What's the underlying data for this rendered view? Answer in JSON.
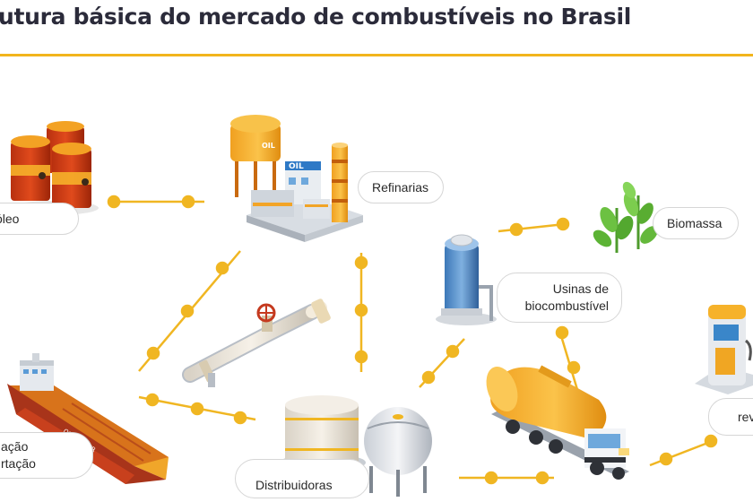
{
  "title": "utura básica do mercado de combustíveis no Brasil",
  "colors": {
    "accent": "#f2b51d",
    "title": "#2b2b3a",
    "connector": "#f0b622",
    "label_border": "#d6d6d6"
  },
  "nodes": {
    "petroleo": {
      "label": "óleo",
      "icon": "oil-barrels-icon"
    },
    "refinarias": {
      "label": "Refinarias",
      "icon": "refinery-icon"
    },
    "biomassa": {
      "label": "Biomassa",
      "icon": "plants-icon"
    },
    "usinas": {
      "line1": "Usinas de",
      "line2": "biocombustível",
      "icon": "biofuel-tank-icon"
    },
    "postos": {
      "label": "rev",
      "icon": "fuel-pump-icon"
    },
    "importacao": {
      "line1": "ação",
      "line2": "rtação",
      "icon": "oil-tanker-ship-icon"
    },
    "distribuidoras": {
      "label": "Distribuidoras",
      "icon": "storage-tanks-icon"
    },
    "dutos": {
      "icon": "pipeline-valve-icon"
    },
    "transporte": {
      "icon": "tanker-truck-icon"
    }
  }
}
